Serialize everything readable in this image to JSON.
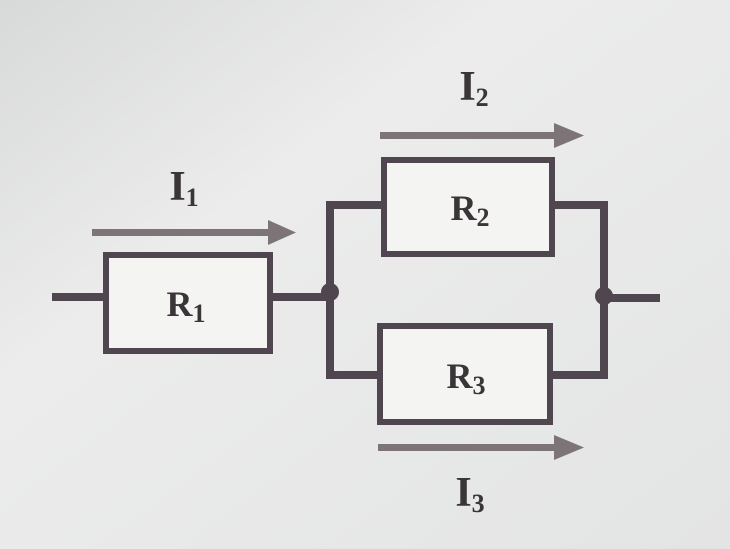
{
  "colors": {
    "background": "#e9eaea",
    "wire": "#4f4650",
    "box_border": "#4f4650",
    "box_fill": "#f4f4f2",
    "arrow": "#7c7476",
    "text": "#3a3538"
  },
  "resistors": [
    {
      "id": "R1",
      "letter": "R",
      "sub": "1"
    },
    {
      "id": "R2",
      "letter": "R",
      "sub": "2"
    },
    {
      "id": "R3",
      "letter": "R",
      "sub": "3"
    }
  ],
  "currents": [
    {
      "id": "I1",
      "letter": "I",
      "sub": "1"
    },
    {
      "id": "I2",
      "letter": "I",
      "sub": "2"
    },
    {
      "id": "I3",
      "letter": "I",
      "sub": "3"
    }
  ]
}
